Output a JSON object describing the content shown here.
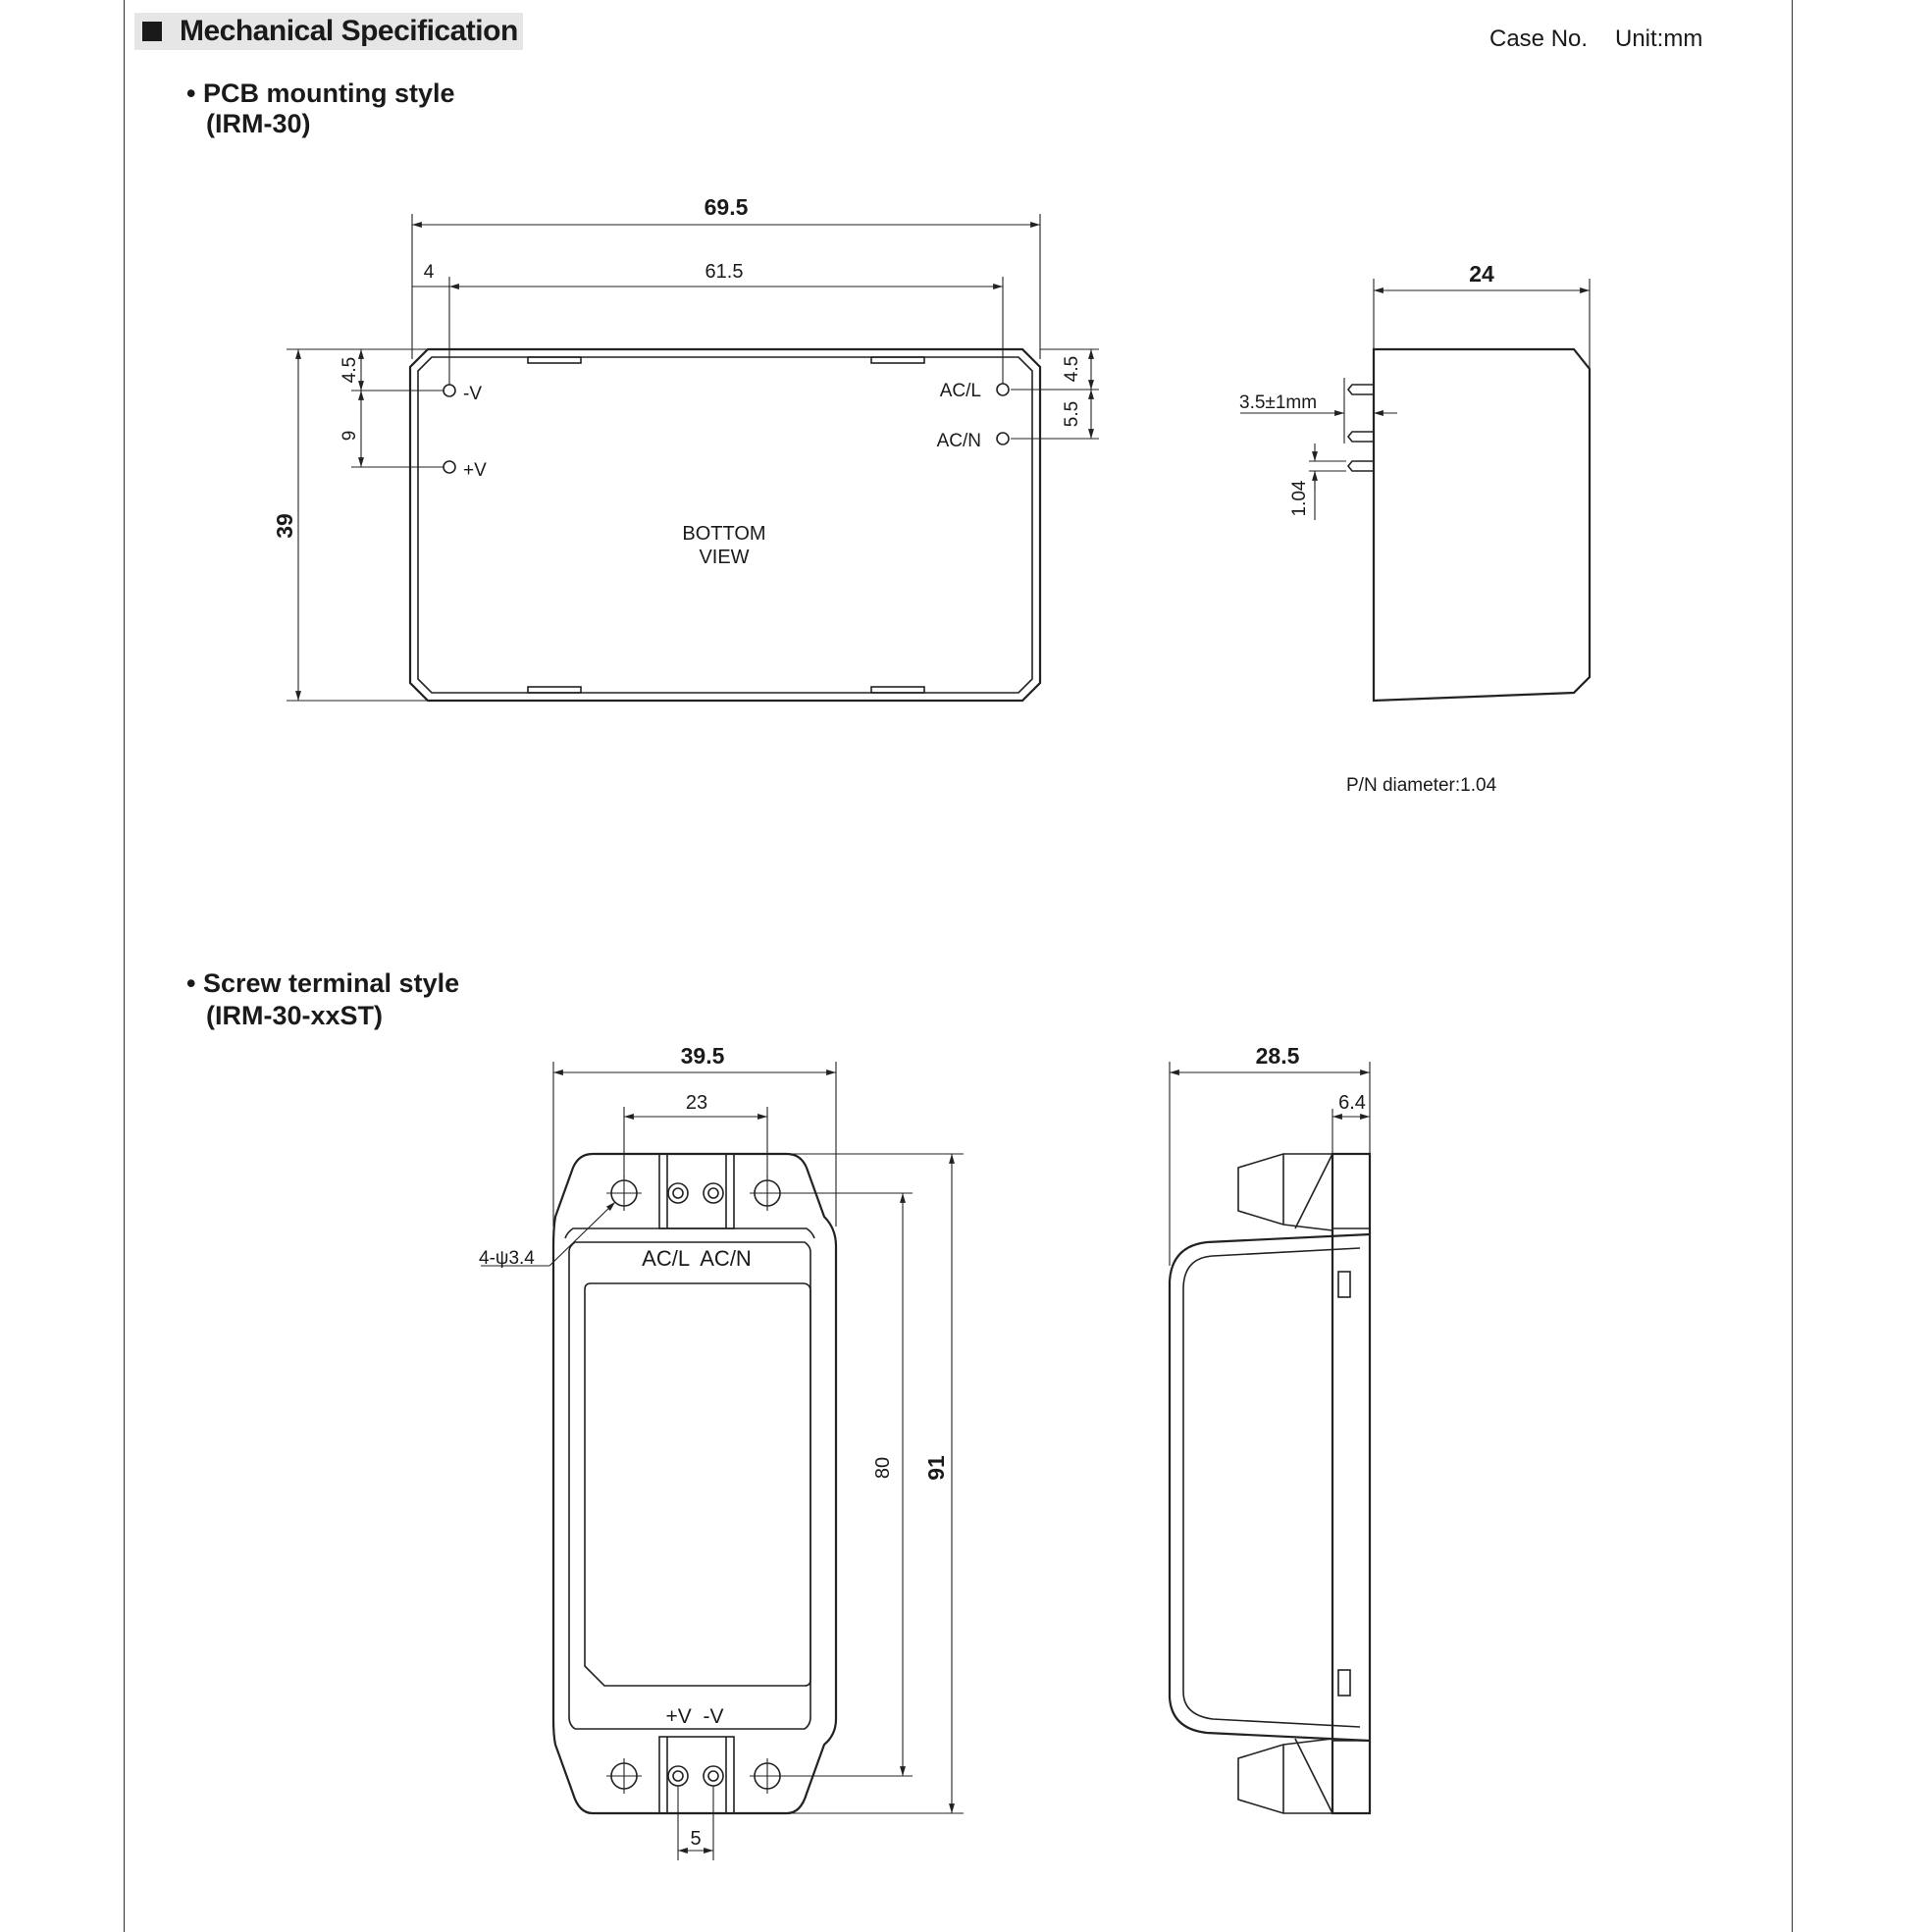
{
  "header": {
    "title": "Mechanical Specification",
    "case_no": "Case No.",
    "unit": "Unit:mm"
  },
  "pcb_style": {
    "title": "PCB mounting style",
    "model": "(IRM-30)",
    "bottom_view": {
      "overall_width": "69.5",
      "pin_spacing_width": "61.5",
      "pin_offset_left": "4",
      "overall_height": "39",
      "pin_offset_top_left": "4.5",
      "pin_spacing_left": "9",
      "pin_offset_top_right": "4.5",
      "pin_spacing_right": "5.5",
      "pins": [
        "-V",
        "+V",
        "AC/L",
        "AC/N"
      ],
      "view_label_line1": "BOTTOM",
      "view_label_line2": "VIEW"
    },
    "side_view": {
      "depth": "24",
      "pin_length": "3.5±1mm",
      "pin_diameter_dim": "1.04",
      "note": "P/N diameter:1.04"
    }
  },
  "screw_style": {
    "title": "Screw terminal style",
    "model": "(IRM-30-xxST)",
    "front_view": {
      "overall_width": "39.5",
      "hole_spacing_width": "23",
      "hole_label": "4-ψ3.4",
      "hole_spacing_height": "80",
      "overall_height": "91",
      "terminal_pitch": "5",
      "top_terminals": "AC/L  AC/N",
      "bottom_terminals": "+V  -V"
    },
    "side_view": {
      "overall_depth": "28.5",
      "flange_depth": "6.4"
    }
  }
}
